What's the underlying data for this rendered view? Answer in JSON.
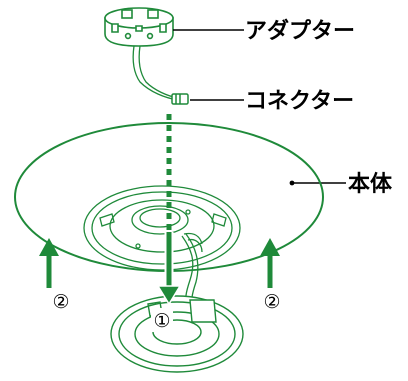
{
  "labels": {
    "adapter": "アダプター",
    "connector": "コネクター",
    "body": "本体"
  },
  "steps": {
    "step1": "①",
    "step2_left": "②",
    "step2_right": "②"
  },
  "colors": {
    "green": "#1f8a3a",
    "line": "#000000",
    "bg": "#ffffff"
  },
  "icons": {
    "up_arrow": "up-arrow-icon",
    "down_arrow": "down-arrow-icon"
  }
}
